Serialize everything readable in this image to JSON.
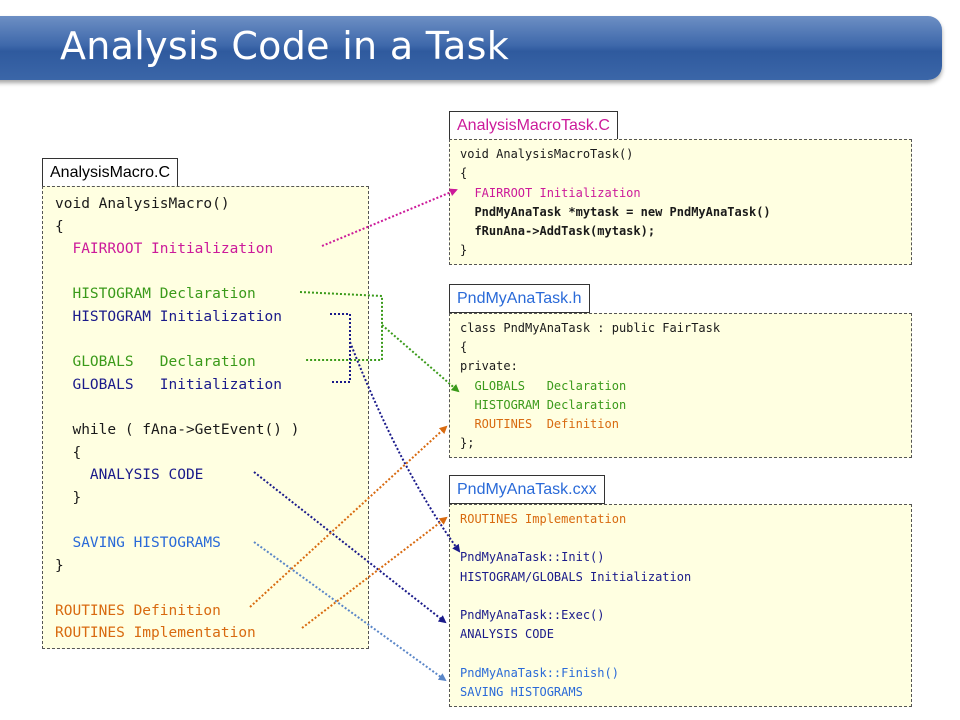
{
  "title": "Analysis Code in a Task",
  "labels": {
    "macro": "AnalysisMacro.C",
    "macrotask": "AnalysisMacroTask.C",
    "header": "PndMyAnaTask.h",
    "cxx": "PndMyAnaTask.cxx"
  },
  "colors": {
    "magenta": "#cc1a9a",
    "green": "#3a9a1a",
    "navy": "#1a1a8a",
    "blue": "#2a6ad8",
    "orange": "#d86a10",
    "box_fill": "#ffffe1"
  },
  "macro": [
    "void AnalysisMacro()",
    "{",
    "  FAIRROOT Initialization",
    "",
    "  HISTOGRAM Declaration",
    "  HISTOGRAM Initialization",
    "",
    "  GLOBALS   Declaration",
    "  GLOBALS   Initialization",
    "",
    "  while ( fAna->GetEvent() )",
    "  {",
    "    ANALYSIS CODE",
    "  }",
    "",
    "  SAVING HISTOGRAMS",
    "}",
    "",
    "ROUTINES Definition",
    "ROUTINES Implementation"
  ],
  "macrotask": [
    "void AnalysisMacroTask()",
    "{",
    "  FAIRROOT Initialization",
    "  PndMyAnaTask *mytask = new PndMyAnaTask()",
    "  fRunAna->AddTask(mytask);",
    "}"
  ],
  "header": [
    "class PndMyAnaTask : public FairTask",
    "{",
    "private:",
    "  GLOBALS   Declaration",
    "  HISTOGRAM Declaration",
    "  ROUTINES  Definition",
    "};"
  ],
  "cxx": [
    "ROUTINES Implementation",
    "",
    "PndMyAnaTask::Init()",
    "HISTOGRAM/GLOBALS Initialization",
    "",
    "PndMyAnaTask::Exec()",
    "ANALYSIS CODE",
    "",
    "PndMyAnaTask::Finish()",
    "SAVING HISTOGRAMS"
  ]
}
